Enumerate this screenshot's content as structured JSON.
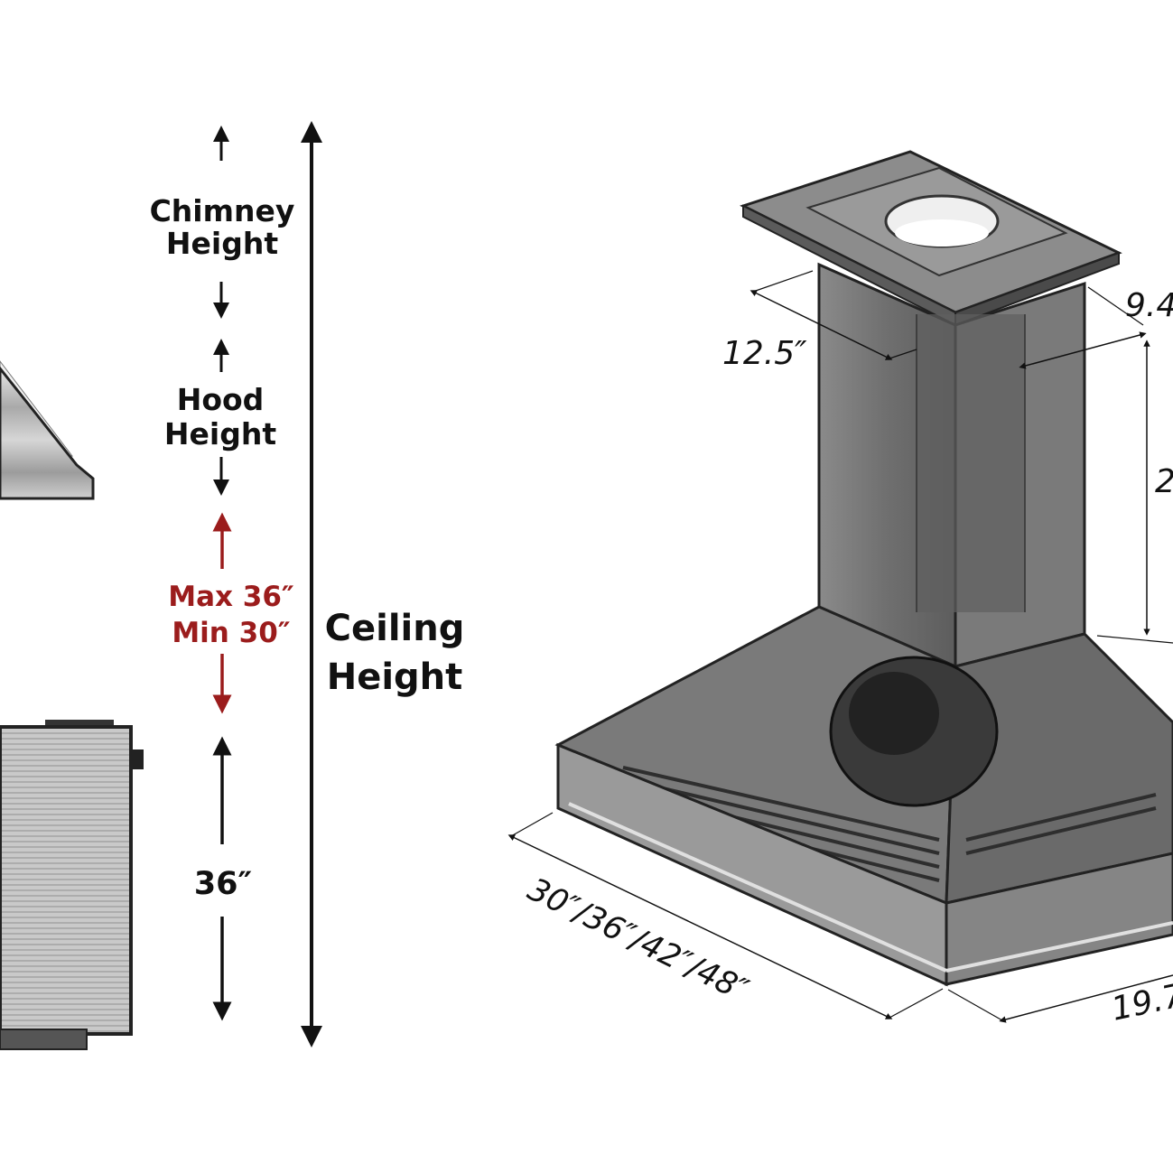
{
  "left_diagram": {
    "chimney_height": [
      "Chimney",
      "Height"
    ],
    "hood_height": [
      "Hood",
      "Height"
    ],
    "clearance_max": "Max 36″",
    "clearance_min": "Min 30″",
    "counter_height": "36″",
    "ceiling_height": [
      "Ceiling",
      "Height"
    ]
  },
  "right_diagram": {
    "top_width": "12.5″",
    "top_depth": "9.4",
    "chimney_height": "2",
    "hood_width": "30″/36″/42″/48″",
    "hood_depth": "19.7"
  },
  "colors": {
    "arrow_black": "#111111",
    "arrow_red": "#9b1c1c",
    "steel": "#b8b8b8",
    "smoked_glass": "#6a6a6a"
  }
}
